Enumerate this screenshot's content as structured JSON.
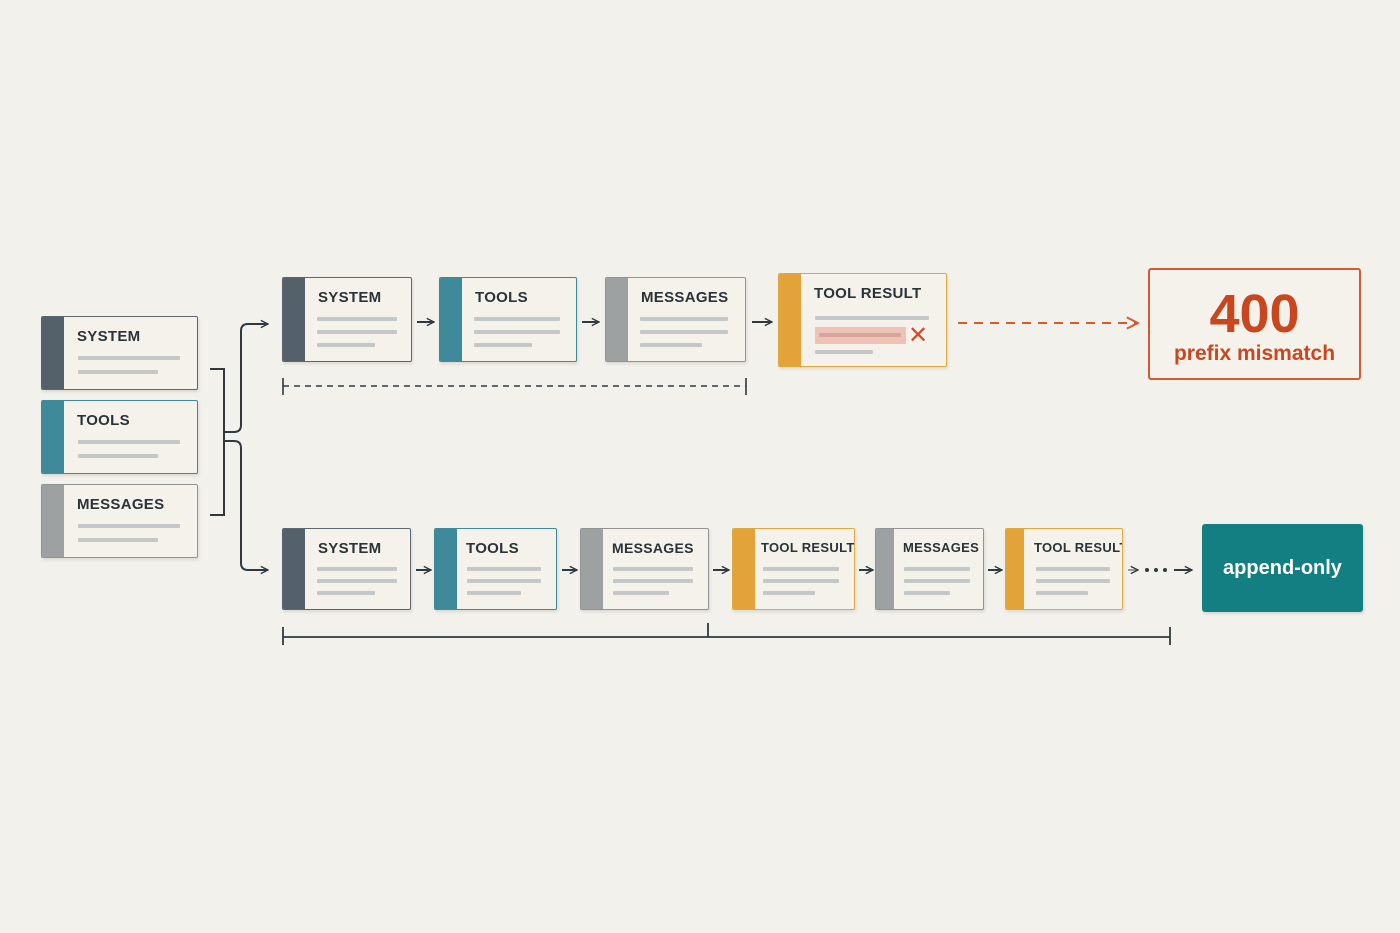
{
  "source": [
    {
      "kind": "system",
      "label": "SYSTEM"
    },
    {
      "kind": "tools",
      "label": "TOOLS"
    },
    {
      "kind": "messages",
      "label": "MESSAGES"
    }
  ],
  "top_row": [
    {
      "kind": "system",
      "label": "SYSTEM"
    },
    {
      "kind": "tools",
      "label": "TOOLS"
    },
    {
      "kind": "messages",
      "label": "MESSAGES"
    },
    {
      "kind": "toolresult",
      "label": "TOOL RESULT",
      "invalid": true
    }
  ],
  "bottom_row": [
    {
      "kind": "system",
      "label": "SYSTEM"
    },
    {
      "kind": "tools",
      "label": "TOOLS"
    },
    {
      "kind": "messages",
      "label": "MESSAGES"
    },
    {
      "kind": "toolresult",
      "label": "TOOL RESULT"
    },
    {
      "kind": "messages",
      "label": "MESSAGES"
    },
    {
      "kind": "toolresult",
      "label": "TOOL RESULT"
    }
  ],
  "error": {
    "code": "400",
    "label": "prefix mismatch"
  },
  "result": {
    "label": "append-only"
  },
  "icons": {
    "invalid": "close-x-icon"
  },
  "colors": {
    "system": "#55616a",
    "tools": "#3f8a9a",
    "messages": "#9ea1a2",
    "tool_result": "#e1a33a",
    "error": "#d45a33",
    "success": "#137f83"
  }
}
